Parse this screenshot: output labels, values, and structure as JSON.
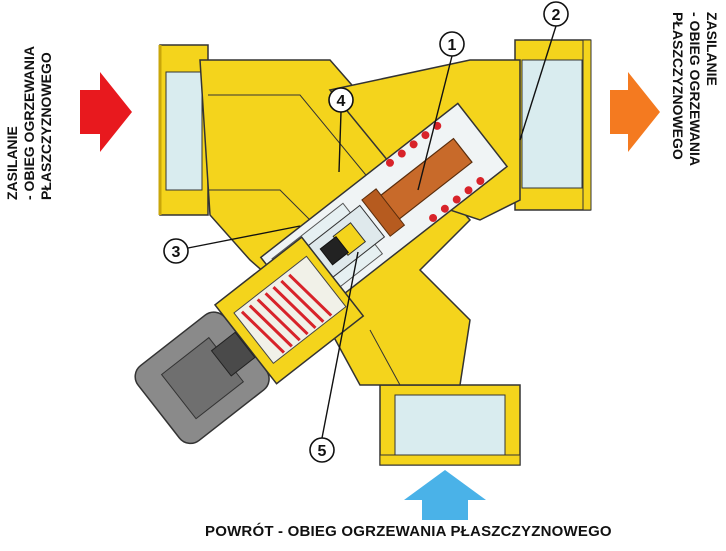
{
  "labels": {
    "left": [
      "ZASILANIE",
      "- OBIEG OGRZEWANIA",
      "PŁASZCZYZNOWEGO"
    ],
    "right": [
      "ZASILANIE",
      "- OBIEG OGRZEWANIA",
      "PŁASZCZYZNOWEGO"
    ],
    "bottom": "POWRÓT  - OBIEG  OGRZEWANIA PŁASZCZYZNOWEGO"
  },
  "callouts": [
    "1",
    "2",
    "3",
    "4",
    "5"
  ],
  "colors": {
    "brass": "#f4d41c",
    "brass_dark": "#c9a60a",
    "knob_grey": "#8a8a8a",
    "water": "#d9ecef",
    "arrow_left": "#e8191e",
    "arrow_right": "#f47a20",
    "arrow_bottom": "#4ab2e8",
    "spring": "#d8232a",
    "piston": "#c86a2a"
  },
  "icons": [
    "flow-arrow-red",
    "flow-arrow-orange",
    "flow-arrow-blue"
  ]
}
